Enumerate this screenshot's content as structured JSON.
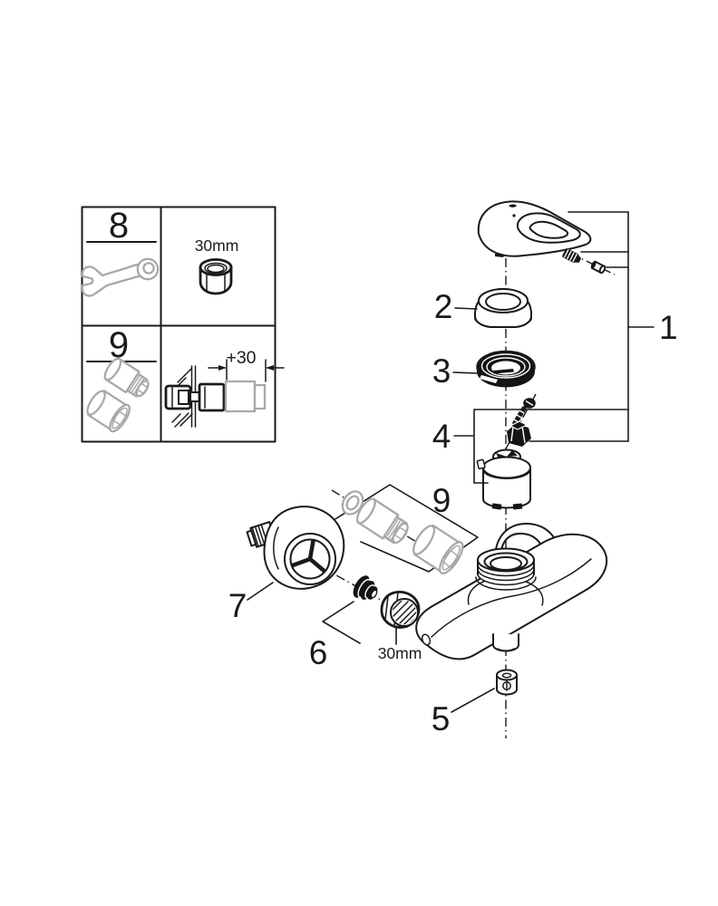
{
  "legend_box": {
    "tool_cell": {
      "number": "8",
      "icon": "open-end-wrench-icon"
    },
    "nut_cell": {
      "size_label": "30mm",
      "icon": "hex-nut-icon"
    },
    "extension_cell": {
      "number": "9",
      "icon": "extension-fittings-icon"
    },
    "installation_cell": {
      "dimension_label": "+30",
      "icon": "wall-extension-installation-icon"
    }
  },
  "diagram": {
    "callouts": {
      "c1": "1",
      "c2": "2",
      "c3": "3",
      "c4": "4",
      "c5": "5",
      "c6": "6",
      "c7": "7",
      "c9": "9"
    },
    "nut_size_label": "30mm"
  },
  "colors": {
    "line": "#1a1a1a",
    "gray_part": "#a8a8a8",
    "background": "#ffffff"
  }
}
